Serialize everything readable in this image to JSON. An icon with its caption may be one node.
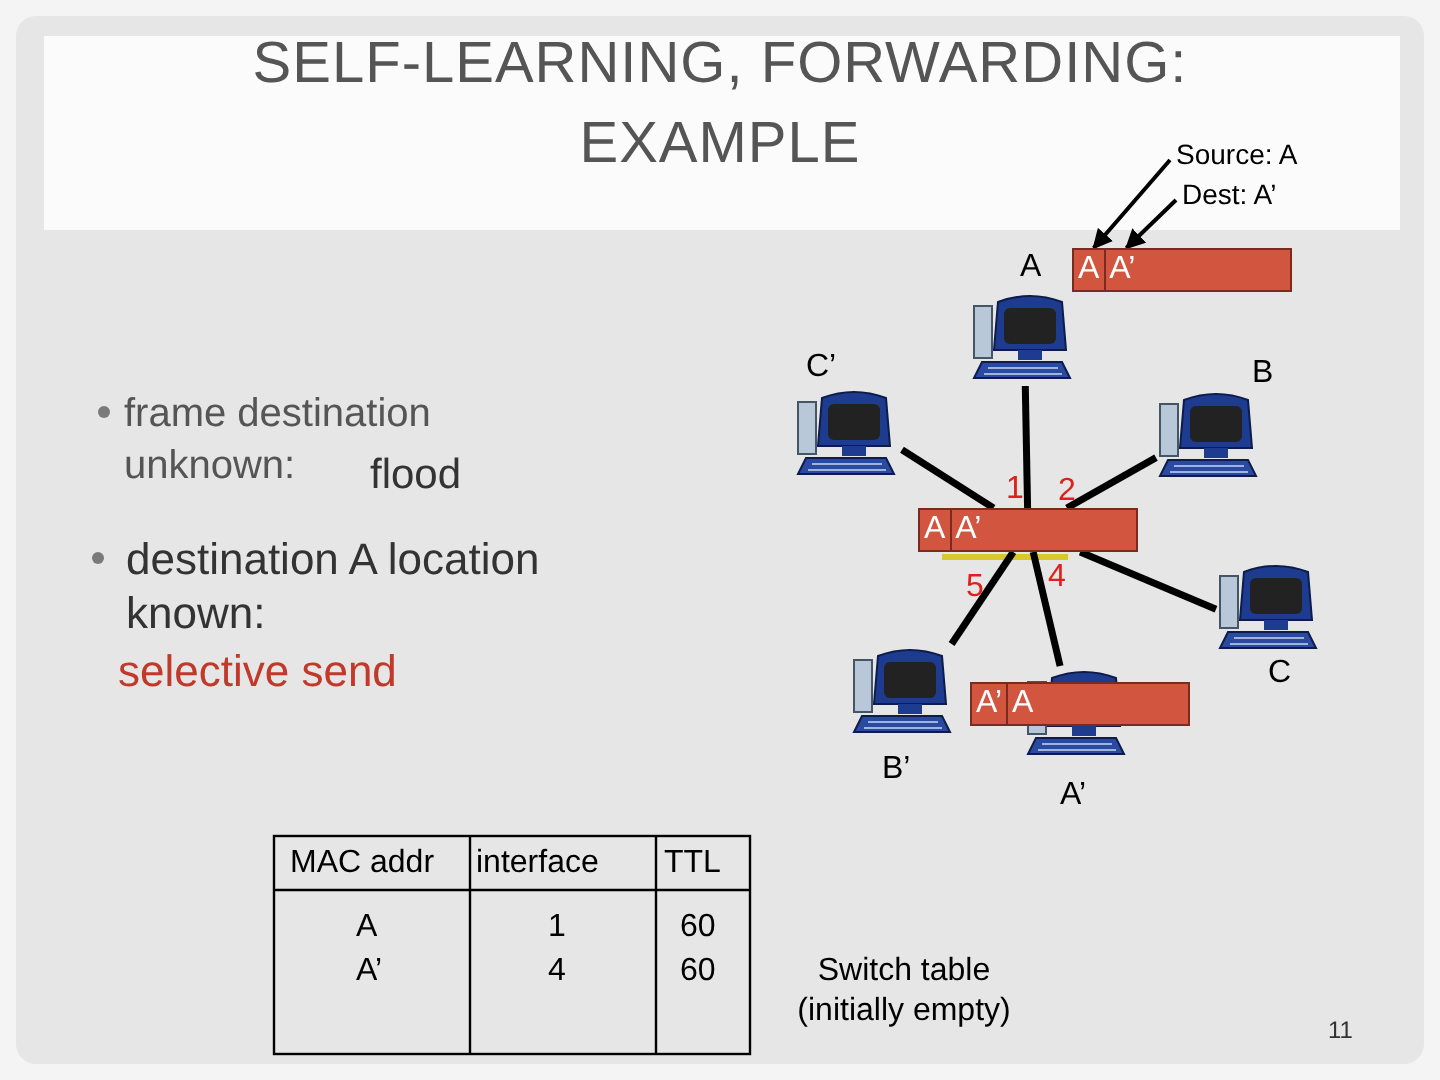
{
  "diagram": {
    "title": "SELF-LEARNING, FORWARDING: EXAMPLE",
    "nodes": [
      {
        "text": [
          "A"
        ]
      },
      {
        "text": [
          "C’"
        ]
      },
      {
        "text": [
          "B"
        ]
      },
      {
        "text": [
          "C"
        ]
      },
      {
        "text": [
          "B’"
        ]
      },
      {
        "text": [
          "A’"
        ]
      },
      {
        "text": [
          "A",
          "A’"
        ]
      },
      {
        "text": [
          "A",
          "A’"
        ]
      },
      {
        "text": [
          "A’",
          "A"
        ]
      },
      {
        "text": [
          "Source: A"
        ]
      },
      {
        "text": [
          "Dest: A’"
        ]
      }
    ],
    "edges": [
      {
        "from": 9,
        "to": 7,
        "arrow": "to"
      },
      {
        "from": 10,
        "to": 7,
        "arrow": "to"
      },
      {
        "from": 0,
        "to": 6,
        "arrow": "none"
      },
      {
        "from": 1,
        "to": 6,
        "arrow": "none"
      },
      {
        "from": 2,
        "to": 6,
        "arrow": "none"
      },
      {
        "from": 3,
        "to": 6,
        "arrow": "none"
      },
      {
        "from": 4,
        "to": 6,
        "arrow": "none"
      },
      {
        "from": 5,
        "to": 6,
        "arrow": "none"
      }
    ],
    "labels": [
      "frame destination unknown:",
      "flood",
      "1",
      "2",
      "destination A location known:",
      "5",
      "4",
      "selective send",
      "MAC addr",
      "interface",
      "TTL",
      "A",
      "1",
      "60",
      "A’",
      "4",
      "60",
      "Switch table (initially empty)",
      "11"
    ]
  }
}
